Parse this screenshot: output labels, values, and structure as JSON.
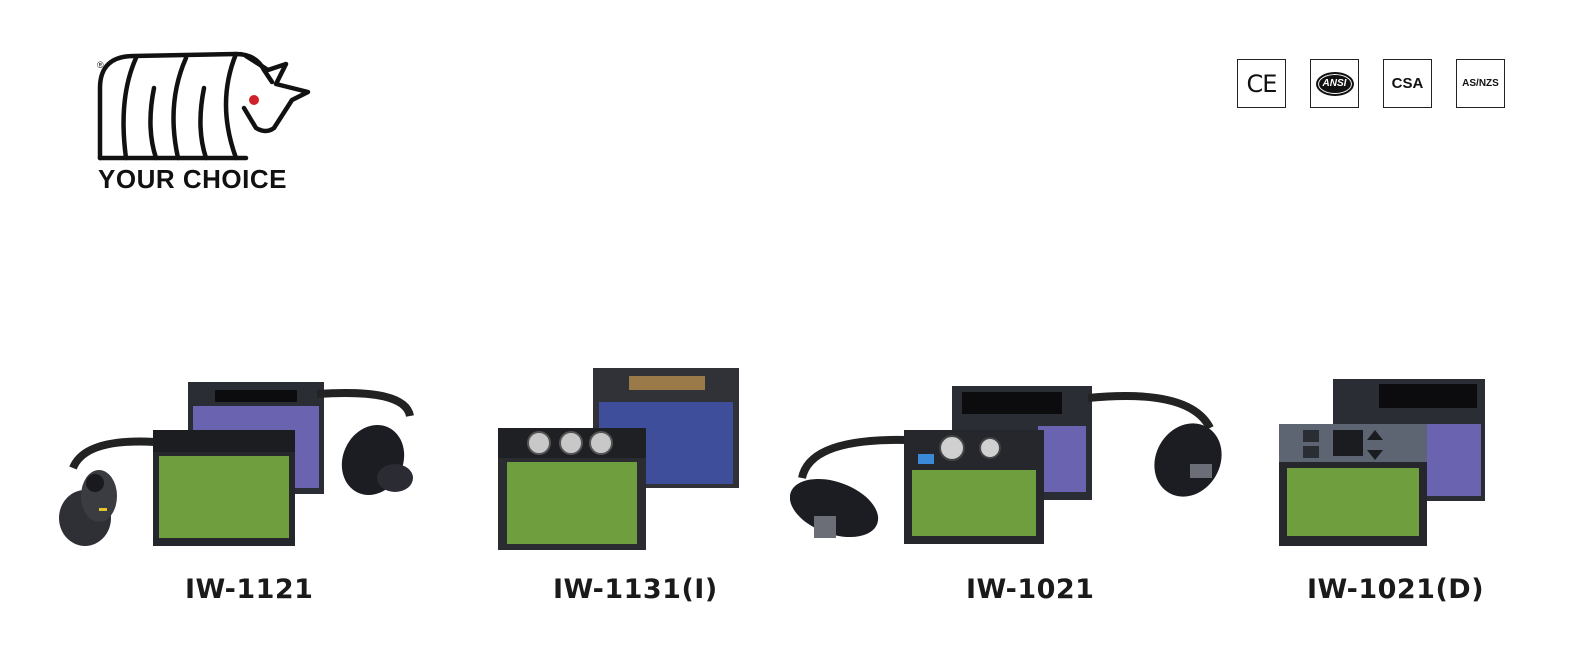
{
  "brand": {
    "tagline": "YOUR CHOICE",
    "registered_mark": "®",
    "logo_icon": "rhino-icon",
    "eye_color": "#d0202a"
  },
  "certifications": [
    {
      "label": "CE",
      "icon": "ce-mark-icon"
    },
    {
      "label": "ANSI",
      "icon": "ansi-mark-icon"
    },
    {
      "label": "CSA",
      "icon": "csa-mark-icon"
    },
    {
      "label": "AS/NZS",
      "icon": "as-nzs-mark-icon"
    }
  ],
  "products": [
    {
      "model": "IW-1121",
      "image": "welding-filter-with-remote-image"
    },
    {
      "model": "IW-1131(I)",
      "image": "welding-filter-with-knobs-image"
    },
    {
      "model": "IW-1021",
      "image": "welding-filter-with-headphones-image"
    },
    {
      "model": "IW-1021(D)",
      "image": "welding-filter-digital-image"
    }
  ],
  "colors": {
    "lens_green": "#6e9e3e",
    "filter_blue": "#4a4f9a",
    "housing_dark": "#2a2d33"
  }
}
